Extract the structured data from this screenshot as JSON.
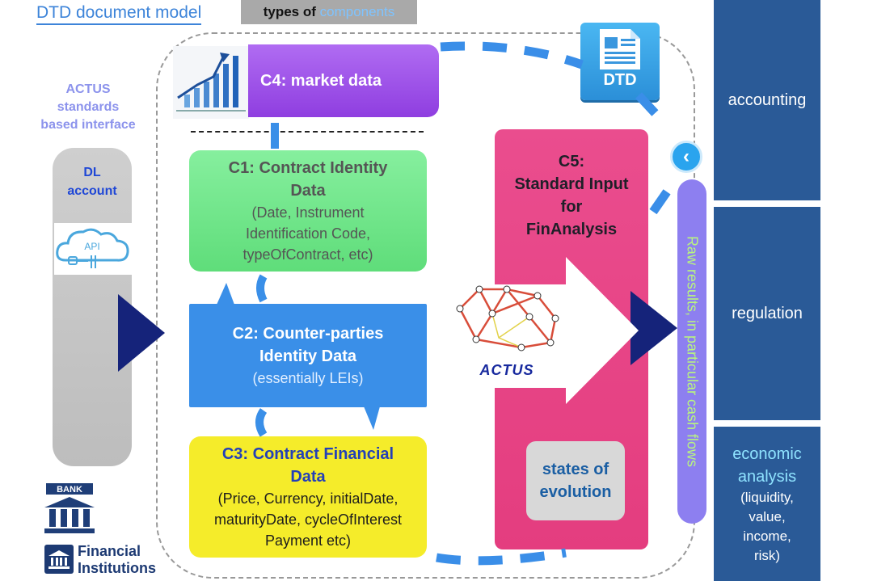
{
  "header": {
    "title": "DTD document model",
    "types_bold": "types of",
    "types_highlight": "components"
  },
  "left": {
    "actus_interface": [
      "ACTUS",
      "standards",
      "based interface"
    ],
    "dl_account": [
      "DL",
      "account"
    ],
    "api_label": "API",
    "bank_label": "BANK",
    "financial_institutions": [
      "Financial",
      "Institutions"
    ]
  },
  "components": {
    "c4": {
      "title": "C4: market data"
    },
    "c1": {
      "title": [
        "C1: Contract Identity",
        "Data"
      ],
      "detail": [
        "(Date, Instrument",
        "Identification Code,",
        "typeOfContract, etc)"
      ]
    },
    "c2": {
      "title": [
        "C2: Counter-parties",
        "Identity Data"
      ],
      "detail": [
        "(essentially LEIs)"
      ]
    },
    "c3": {
      "title": [
        "C3: Contract Financial",
        "Data"
      ],
      "detail": [
        "(Price, Currency, initialDate,",
        "maturityDate, cycleOfInterest",
        "Payment etc)"
      ]
    },
    "c5": {
      "title": [
        "C5:",
        "Standard Input",
        "for",
        "FinAnalysis"
      ]
    },
    "states": [
      "states of",
      "evolution"
    ]
  },
  "center": {
    "actus_logo": "ACTUS",
    "dtd_label": "DTD"
  },
  "raw_results": "Raw results, in particular cash flows",
  "right": {
    "accounting": "accounting",
    "regulation": "regulation",
    "economic_title": [
      "economic",
      "analysis"
    ],
    "economic_detail": [
      "(liquidity,",
      "value,",
      "income,",
      "risk)"
    ]
  },
  "colors": {
    "c4": "#9b50e8",
    "c1": "#70e68a",
    "c2": "#3a8fe8",
    "c3": "#f5ec2a",
    "c5": "#e6448a",
    "raw": "#8d7ff0",
    "right_panel": "#2a5a97",
    "dl_bar": "#c6c6c6",
    "arrow_navy": "#15237a",
    "dash_blue": "#3a8ee8"
  },
  "icons": [
    "chart-icon",
    "cloud-api-icon",
    "bank-icon",
    "institution-icon",
    "network-graph-icon",
    "document-icon",
    "back-arrow-icon"
  ]
}
